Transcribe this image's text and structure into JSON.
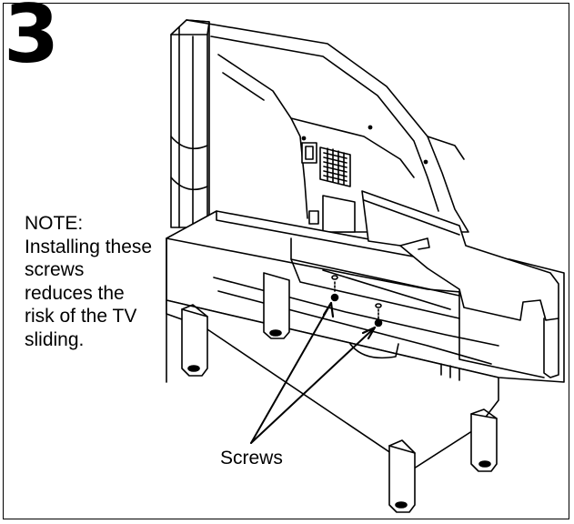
{
  "step": {
    "number": "3"
  },
  "note": {
    "heading": "NOTE:",
    "lines": [
      "Installing these",
      "screws",
      "reduces the",
      "risk of the TV",
      "sliding."
    ]
  },
  "illustration": {
    "callout_label": "Screws"
  }
}
